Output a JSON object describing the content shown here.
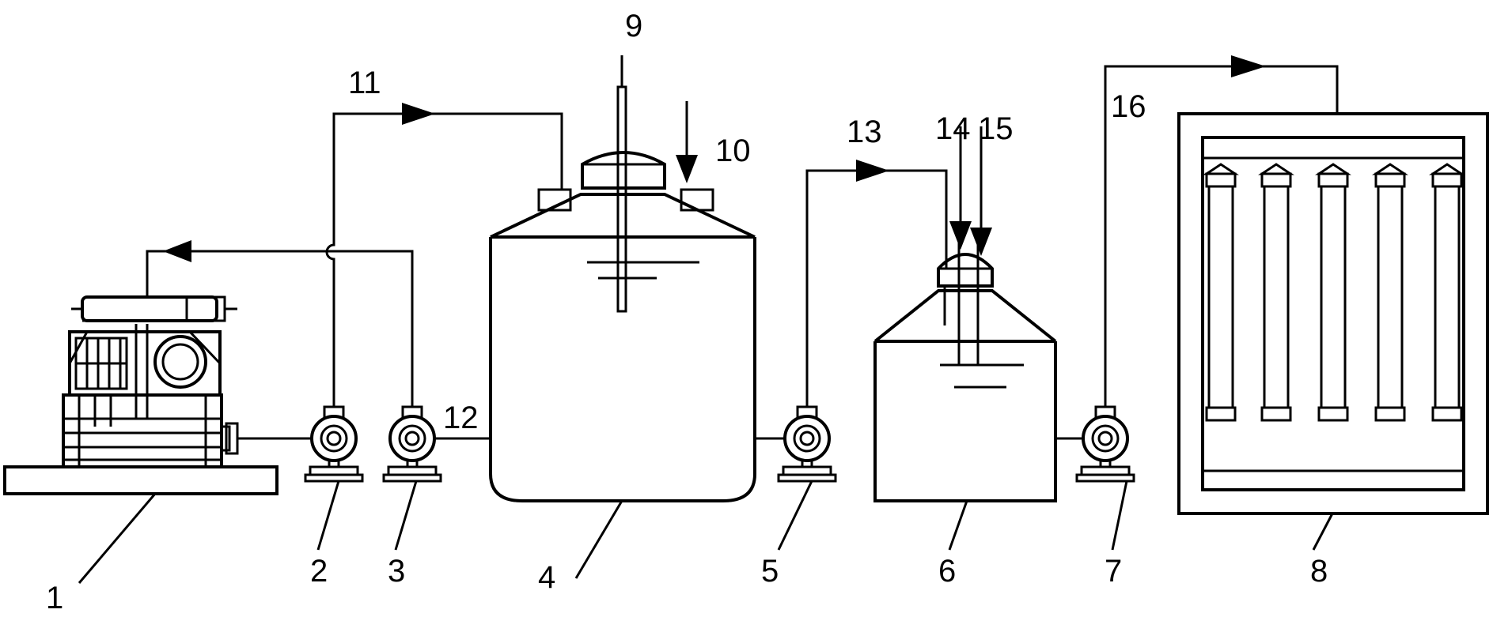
{
  "labels": {
    "l1": "1",
    "l2": "2",
    "l3": "3",
    "l4": "4",
    "l5": "5",
    "l6": "6",
    "l7": "7",
    "l8": "8",
    "l9": "9",
    "l10": "10",
    "l11": "11",
    "l12": "12",
    "l13": "13",
    "l14": "14",
    "l15": "15",
    "l16": "16"
  },
  "colors": {
    "stroke": "#000000",
    "background": "#ffffff"
  }
}
